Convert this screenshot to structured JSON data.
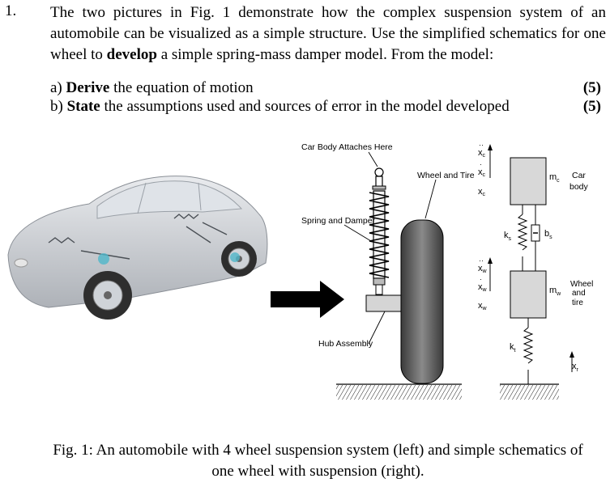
{
  "question": {
    "number": "1.",
    "intro_a": "The two pictures in Fig. 1 demonstrate how the complex suspension system of an automobile can be visualized as a simple structure. Use the simplified schematics for one wheel to ",
    "intro_bold": "develop",
    "intro_b": " a simple spring-mass damper model. From the model:",
    "parts": [
      {
        "prefix": "a) ",
        "verb": "Derive",
        "text": " the equation of motion",
        "marks": "(5)"
      },
      {
        "prefix": "b) ",
        "verb": "State",
        "text": " the assumptions used and sources of error in the model developed",
        "marks": "(5)"
      }
    ]
  },
  "figure": {
    "labels": {
      "car_body_attaches": "Car Body Attaches Here",
      "wheel_and_tire": "Wheel and Tire",
      "spring_and_damper": "Spring and Damper",
      "hub_assembly": "Hub Assembly",
      "car_body_1": "Car",
      "car_body_2": "body",
      "wheel_tire_1": "Wheel",
      "wheel_tire_2": "and",
      "wheel_tire_3": "tire",
      "mc": "m",
      "mc_sub": "c",
      "mw": "m",
      "mw_sub": "w",
      "ks": "k",
      "ks_sub": "s",
      "bs": "b",
      "bs_sub": "s",
      "kt": "k",
      "kt_sub": "t",
      "xr": "x",
      "xr_sub": "r",
      "xc": "x",
      "xc_sub": "c",
      "xw": "x",
      "xw_sub": "w"
    },
    "colors": {
      "mass_fill": "#d8d8d8",
      "arrow": "#000000",
      "car_body": "#c9ccd1",
      "tire": "#555555"
    }
  },
  "caption": {
    "line1": "Fig. 1: An automobile with 4 wheel suspension system (left) and simple schematics of",
    "line2": "one wheel with suspension (right)."
  }
}
